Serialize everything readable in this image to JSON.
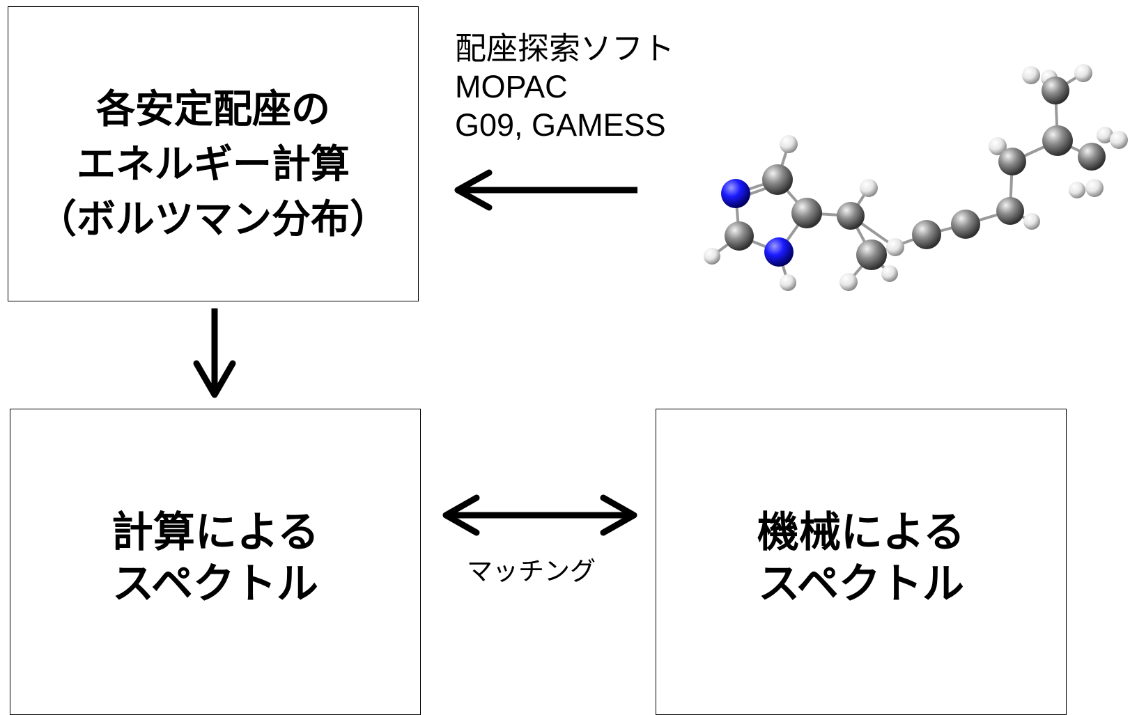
{
  "boxes": {
    "energy": {
      "lines": [
        "各安定配座の",
        "エネルギー計算",
        "（ボルツマン分布）"
      ]
    },
    "calculated": {
      "lines": [
        "計算による",
        "スペクトル"
      ]
    },
    "instrument": {
      "lines": [
        "機械による",
        "スペクトル"
      ]
    }
  },
  "software": {
    "lines": [
      "配座探索ソフト",
      "MOPAC",
      "G09, GAMESS"
    ]
  },
  "matching": {
    "label": "マッチング"
  },
  "colors": {
    "nitrogen": "#1a1aff",
    "carbon": "#8c8c8c",
    "hydrogen": "#f0f0f0",
    "bond": "#999999"
  }
}
